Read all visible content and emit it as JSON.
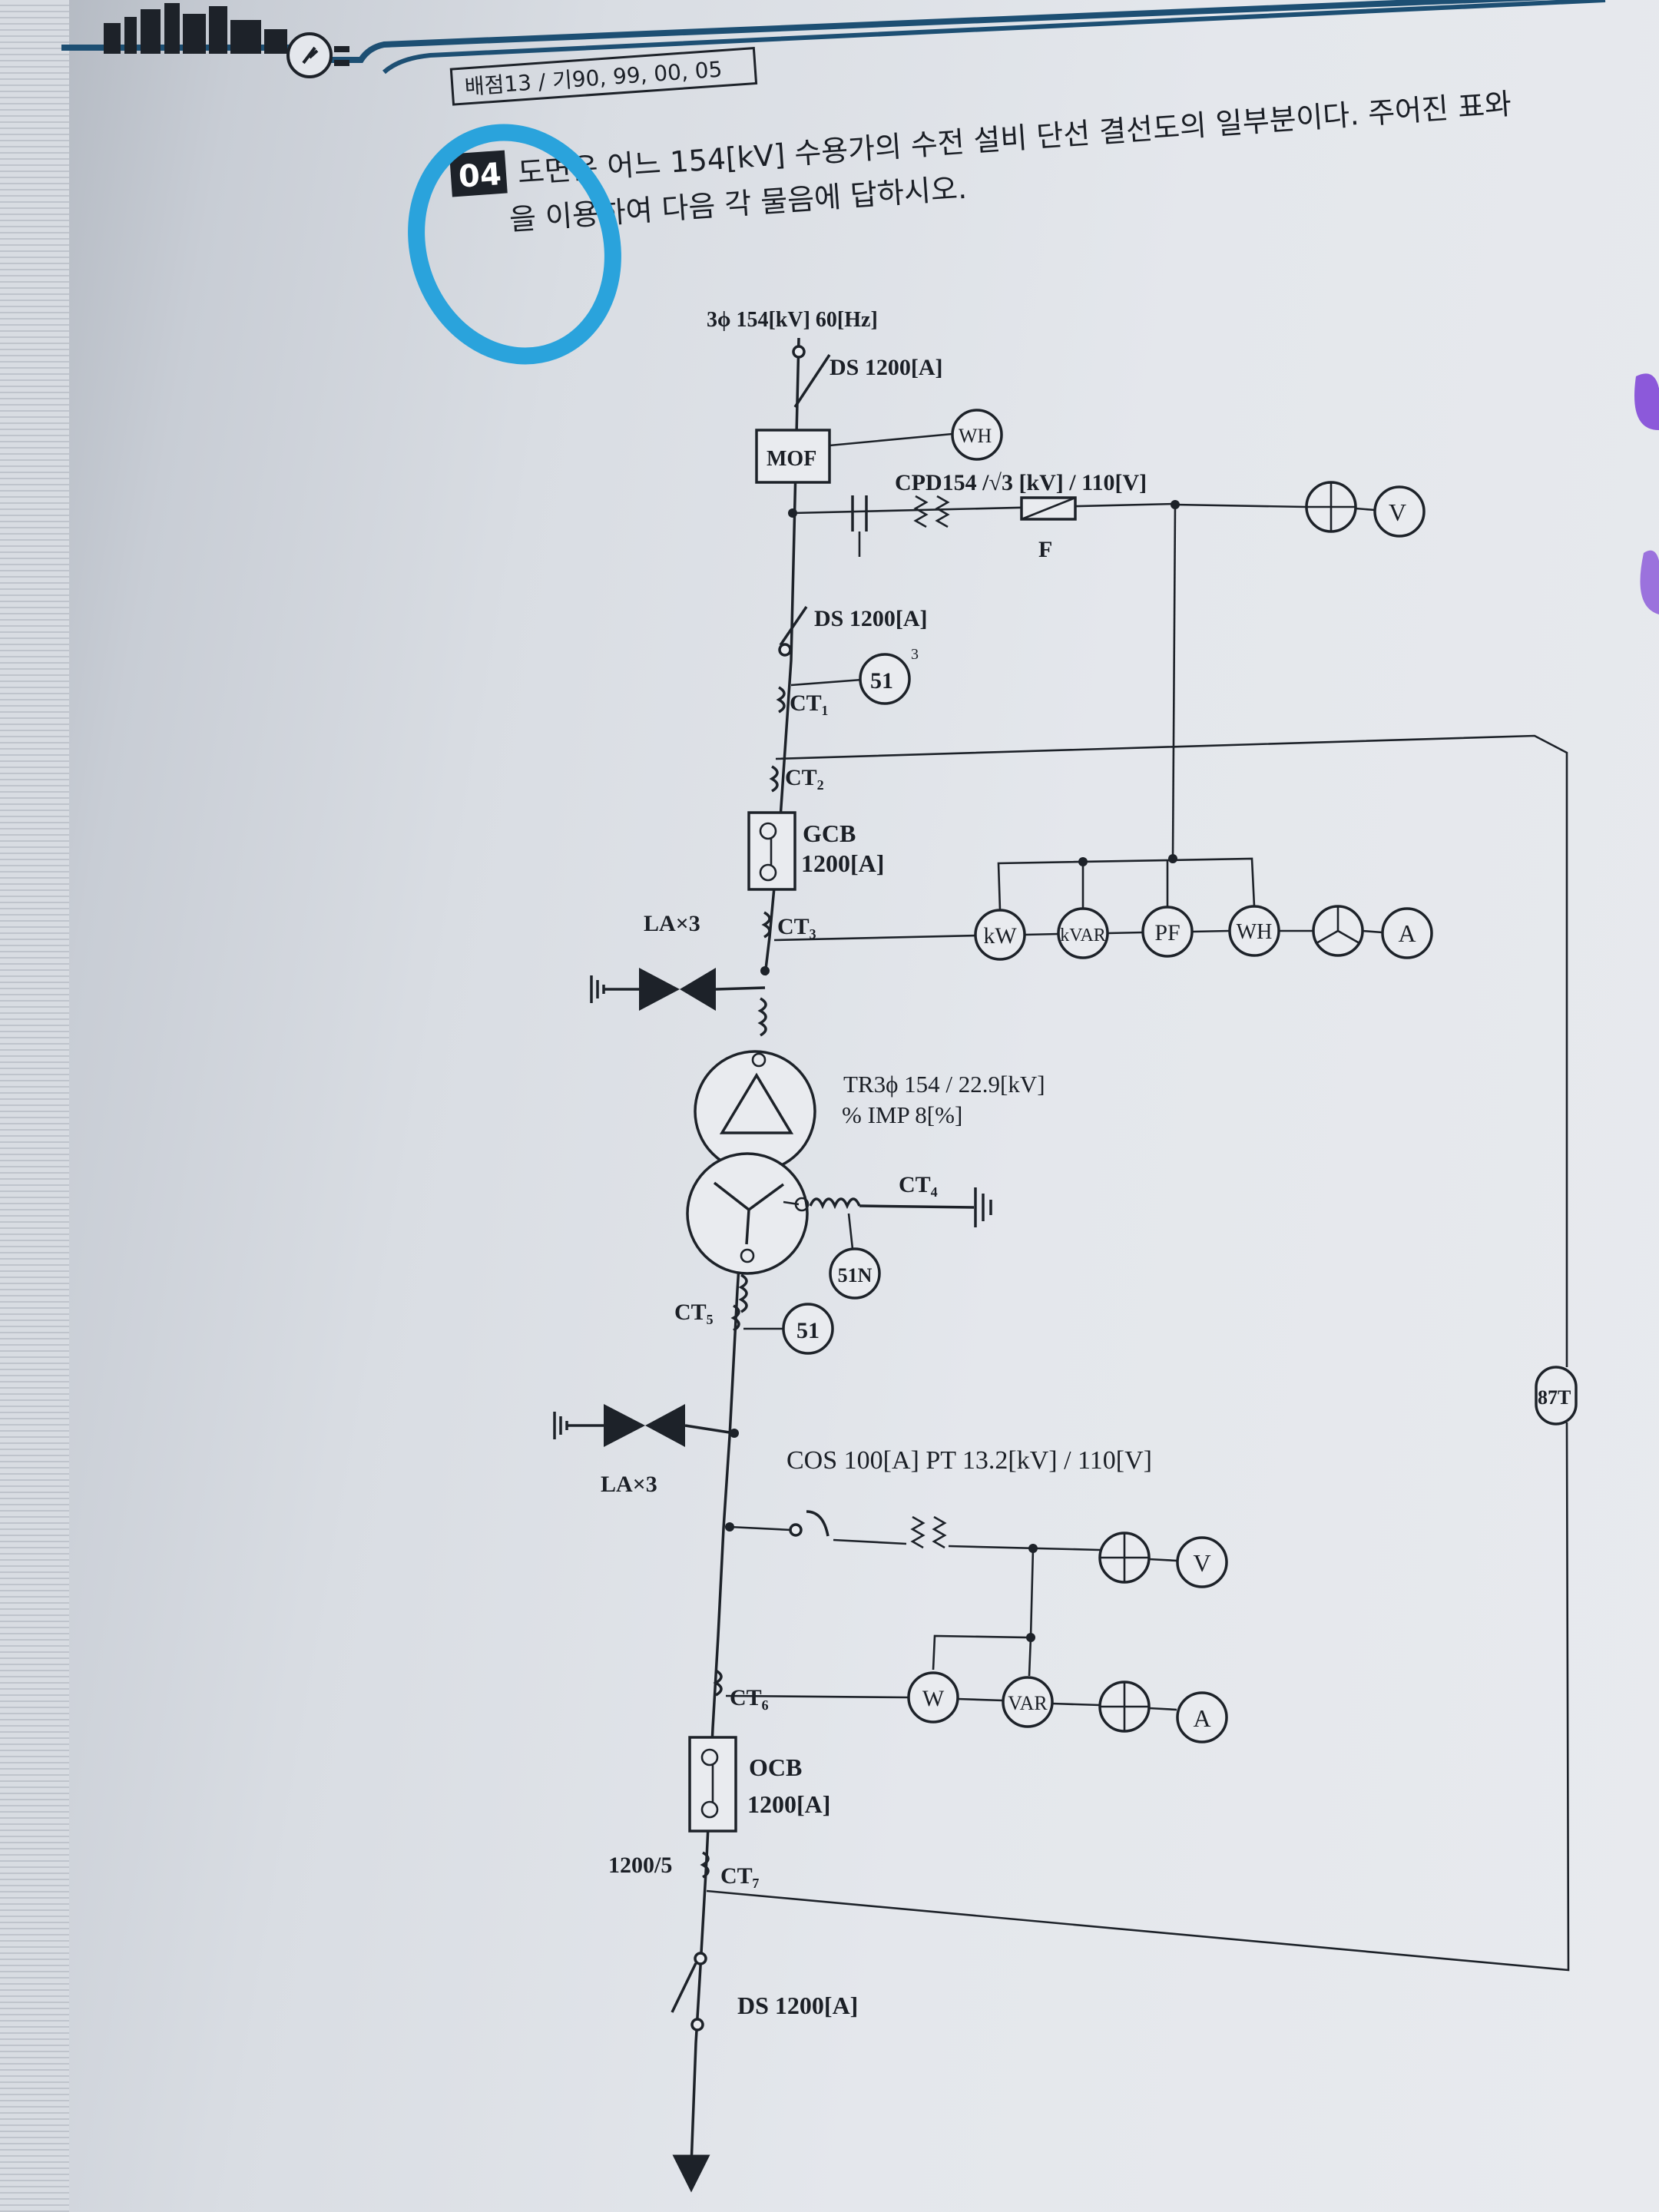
{
  "header": {
    "source_tag": "배점13 / 기90, 99, 00, 05",
    "question_number": "04",
    "question_line1": "도면은 어느 154[kV] 수용가의 수전 설비 단선 결선도의 일부분이다. 주어진 표와",
    "question_line2": "을 이용하여 다음 각 물음에 답하시오."
  },
  "diagram": {
    "supply": "3ϕ 154[kV] 60[Hz]",
    "ds_top": "DS 1200[A]",
    "mof": "MOF",
    "wh_meter_top": "WH",
    "cpd": "CPD154 /√3 [kV] / 110[V]",
    "fuse_f": "F",
    "voltmeter_top": "V",
    "ds_second": "DS 1200[A]",
    "relay_51_top": "51",
    "relay_51_superscript": "3",
    "ct1": "CT₁",
    "ct2": "CT₂",
    "gcb_name": "GCB",
    "gcb_rating": "1200[A]",
    "la_top": "LA×3",
    "ct3": "CT₃",
    "meters_row": [
      "kW",
      "kVAR",
      "PF",
      "WH"
    ],
    "ammeter_row": "A",
    "tr_line1": "TR3ϕ 154 / 22.9[kV]",
    "tr_line2": "% IMP 8[%]",
    "ct4": "CT₄",
    "relay_51n": "51N",
    "ct5": "CT₅",
    "relay_51_bottom": "51",
    "relay_87t": "87T",
    "la_bottom": "LA×3",
    "cos_pt": "COS 100[A] PT 13.2[kV]  / 110[V]",
    "voltmeter_bottom": "V",
    "ct6": "CT₆",
    "meters_bottom": [
      "W",
      "VAR"
    ],
    "ammeter_bottom": "A",
    "ocb_name": "OCB",
    "ocb_rating": "1200[A]",
    "ct7_ratio": "1200/5",
    "ct7": "CT₇",
    "ds_bottom": "DS 1200[A]"
  },
  "colors": {
    "ink": "#1d2229",
    "pen_circle": "#2aa3dc",
    "header_band": "#1d4f73",
    "margin_marker": "#7b3fd6"
  },
  "icons": [
    "city-skyline-icon",
    "power-plug-icon"
  ]
}
